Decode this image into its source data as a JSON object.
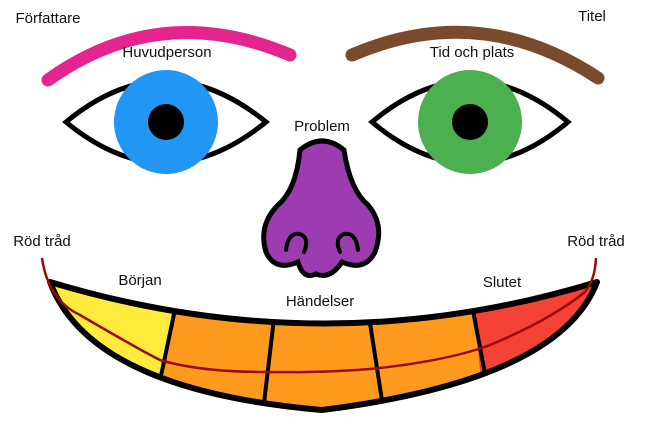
{
  "labels": {
    "author": "Författare",
    "title": "Titel",
    "main_character": "Huvudperson",
    "time_place": "Tid och plats",
    "problem": "Problem",
    "red_thread_left": "Röd tråd",
    "red_thread_right": "Röd tråd",
    "beginning": "Början",
    "events": "Händelser",
    "ending": "Slutet"
  },
  "colors": {
    "left_brow": "#E5258F",
    "right_brow": "#7A4A2C",
    "left_iris": "#2196F3",
    "right_iris": "#4CAF50",
    "nose": "#9C3CB0",
    "beginning": "#FFEB3B",
    "events": "#FF9A1F",
    "ending": "#F44336",
    "red_thread": "#9B0A0A"
  }
}
